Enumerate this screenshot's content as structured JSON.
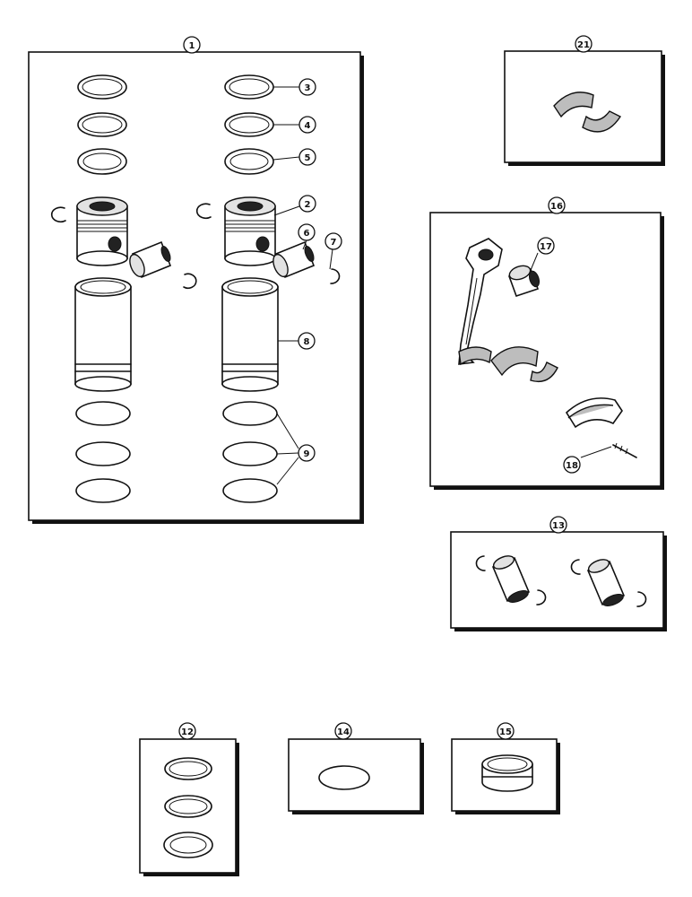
{
  "colors": {
    "ink": "#111111",
    "paper": "#ffffff",
    "shade": "#bdbdbd"
  },
  "callouts": {
    "c1": "1",
    "c2": "2",
    "c3": "3",
    "c4": "4",
    "c5": "5",
    "c6": "6",
    "c7": "7",
    "c8": "8",
    "c9": "9",
    "c12": "12",
    "c13": "13",
    "c14": "14",
    "c15": "15",
    "c16": "16",
    "c17": "17",
    "c18": "18",
    "c21": "21"
  }
}
